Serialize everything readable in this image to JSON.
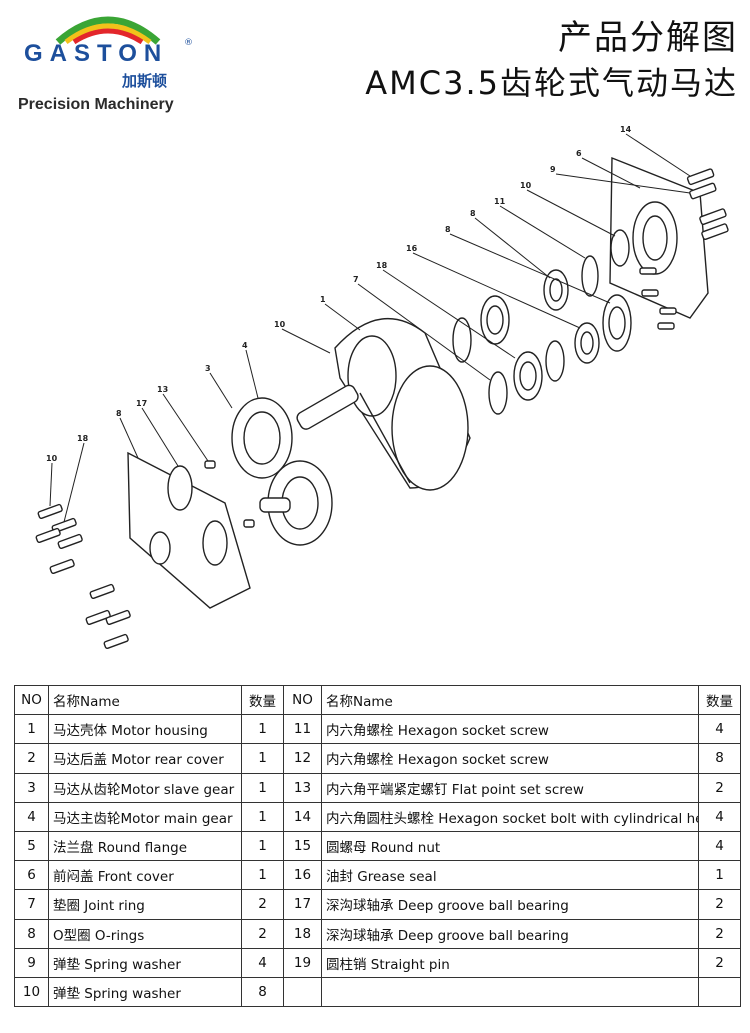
{
  "header": {
    "logo_word": "GASTON",
    "logo_registered": "®",
    "logo_cn": "加斯顿",
    "logo_tagline": "Precision Machinery",
    "title_cn": "产品分解图",
    "title_model": "AMC3.5齿轮式气动马达",
    "logo_colors": {
      "arc_green": "#3aa535",
      "arc_yellow": "#f2c21a",
      "arc_red": "#e3262b",
      "text_blue": "#1d4f9c"
    }
  },
  "drawing": {
    "callouts": [
      "14",
      "6",
      "9",
      "10",
      "11",
      "8",
      "8",
      "16",
      "18",
      "7",
      "1",
      "10",
      "4",
      "3",
      "13",
      "17",
      "8",
      "18",
      "10"
    ]
  },
  "table": {
    "headers": {
      "no": "NO",
      "name": "名称Name",
      "qty": "数量",
      "no2": "NO",
      "name2": "名称Name",
      "qty2": "数量"
    },
    "rows": [
      {
        "no": "1",
        "name": "马达壳体 Motor housing",
        "qty": "1",
        "no2": "11",
        "name2": "内六角螺栓 Hexagon socket screw",
        "qty2": "4"
      },
      {
        "no": "2",
        "name": "马达后盖 Motor rear cover",
        "qty": "1",
        "no2": "12",
        "name2": "内六角螺栓 Hexagon socket screw",
        "qty2": "8"
      },
      {
        "no": "3",
        "name": "马达从齿轮Motor slave gear",
        "qty": "1",
        "no2": "13",
        "name2": "内六角平端紧定螺钉 Flat point set screw",
        "qty2": "2"
      },
      {
        "no": "4",
        "name": "马达主齿轮Motor main gear",
        "qty": "1",
        "no2": "14",
        "name2": "内六角圆柱头螺栓 Hexagon socket bolt with cylindrical head",
        "qty2": "4"
      },
      {
        "no": "5",
        "name": "法兰盘 Round flange",
        "qty": "1",
        "no2": "15",
        "name2": "圆螺母 Round nut",
        "qty2": "4"
      },
      {
        "no": "6",
        "name": "前闷盖 Front cover",
        "qty": "1",
        "no2": "16",
        "name2": "油封 Grease seal",
        "qty2": "1"
      },
      {
        "no": "7",
        "name": "垫圈 Joint ring",
        "qty": "2",
        "no2": "17",
        "name2": "深沟球轴承 Deep groove ball bearing",
        "qty2": "2"
      },
      {
        "no": "8",
        "name": "O型圈 O-rings",
        "qty": "2",
        "no2": "18",
        "name2": "深沟球轴承 Deep groove ball bearing",
        "qty2": "2"
      },
      {
        "no": "9",
        "name": "弹垫 Spring washer",
        "qty": "4",
        "no2": "19",
        "name2": "圆柱销 Straight pin",
        "qty2": "2"
      },
      {
        "no": "10",
        "name": "弹垫 Spring washer",
        "qty": "8",
        "no2": "",
        "name2": "",
        "qty2": ""
      }
    ]
  }
}
